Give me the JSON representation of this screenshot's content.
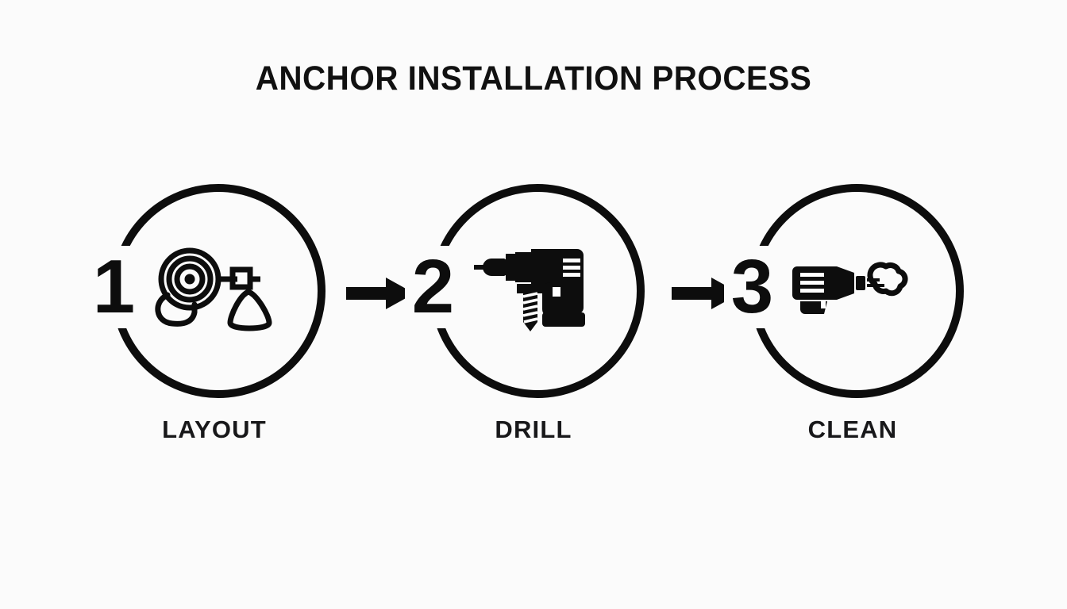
{
  "title": "ANCHOR INSTALLATION PROCESS",
  "colors": {
    "background": "#fbfbfb",
    "ink": "#0d0d0d",
    "label_ink": "#18181a"
  },
  "steps": [
    {
      "number": "1",
      "label": "LAYOUT",
      "icon": "hose-reel-and-cone-icon"
    },
    {
      "number": "2",
      "label": "DRILL",
      "icon": "power-drill-icon"
    },
    {
      "number": "3",
      "label": "CLEAN",
      "icon": "air-blower-icon"
    }
  ],
  "arrows": [
    {
      "name": "arrow-step-1-to-2",
      "direction": "right"
    },
    {
      "name": "arrow-step-2-to-3",
      "direction": "right"
    }
  ]
}
